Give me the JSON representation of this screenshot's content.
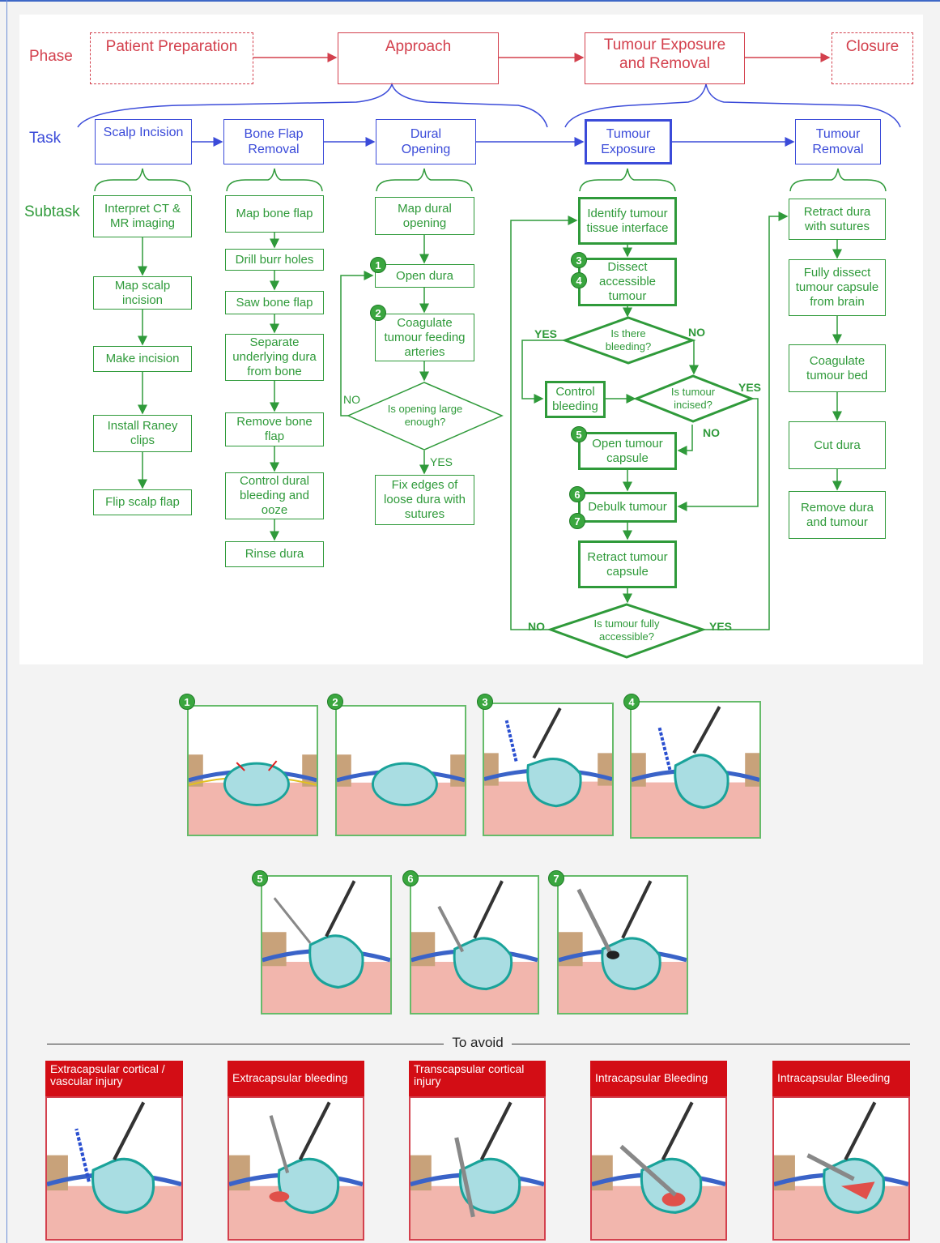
{
  "row_labels": {
    "phase": "Phase",
    "task": "Task",
    "subtask": "Subtask"
  },
  "phases": [
    "Patient Preparation",
    "Approach",
    "Tumour Exposure and Removal",
    "Closure"
  ],
  "tasks": [
    "Scalp Incision",
    "Bone Flap Removal",
    "Dural Opening",
    "Tumour Exposure",
    "Tumour Removal"
  ],
  "scalp_subtasks": [
    "Interpret CT & MR imaging",
    "Map scalp incision",
    "Make incision",
    "Install Raney clips",
    "Flip scalp flap"
  ],
  "bone_subtasks": [
    "Map bone flap",
    "Drill burr holes",
    "Saw bone flap",
    "Separate underlying dura from bone",
    "Remove bone flap",
    "Control dural bleeding and ooze",
    "Rinse dura"
  ],
  "dural_subtasks": [
    "Map dural opening",
    "Open dura",
    "Coagulate tumour feeding arteries",
    "Is opening large enough?",
    "Fix edges of loose dura with sutures"
  ],
  "exposure_subtasks": [
    "Identify tumour tissue interface",
    "Dissect accessible tumour",
    "Is there bleeding?",
    "Control bleeding",
    "Is tumour incised?",
    "Open tumour capsule",
    "Debulk tumour",
    "Retract tumour capsule",
    "Is tumour fully accessible?"
  ],
  "removal_subtasks": [
    "Retract dura with sutures",
    "Fully dissect tumour capsule from brain",
    "Coagulate tumour bed",
    "Cut dura",
    "Remove dura and tumour"
  ],
  "decision_labels": {
    "yes": "YES",
    "no": "NO"
  },
  "step_badges": [
    "1",
    "2",
    "3",
    "4",
    "5",
    "6",
    "7"
  ],
  "avoid_title": "To avoid",
  "avoid_items": [
    "Extracapsular cortical / vascular injury",
    "Extracapsular bleeding",
    "Transcapsular cortical injury",
    "Intracapsular Bleeding",
    "Intracapsular Bleeding"
  ],
  "colors": {
    "phase": "#d3404d",
    "task": "#3b4bd9",
    "subtask": "#2f9a3a",
    "avoid": "#d30d15"
  }
}
